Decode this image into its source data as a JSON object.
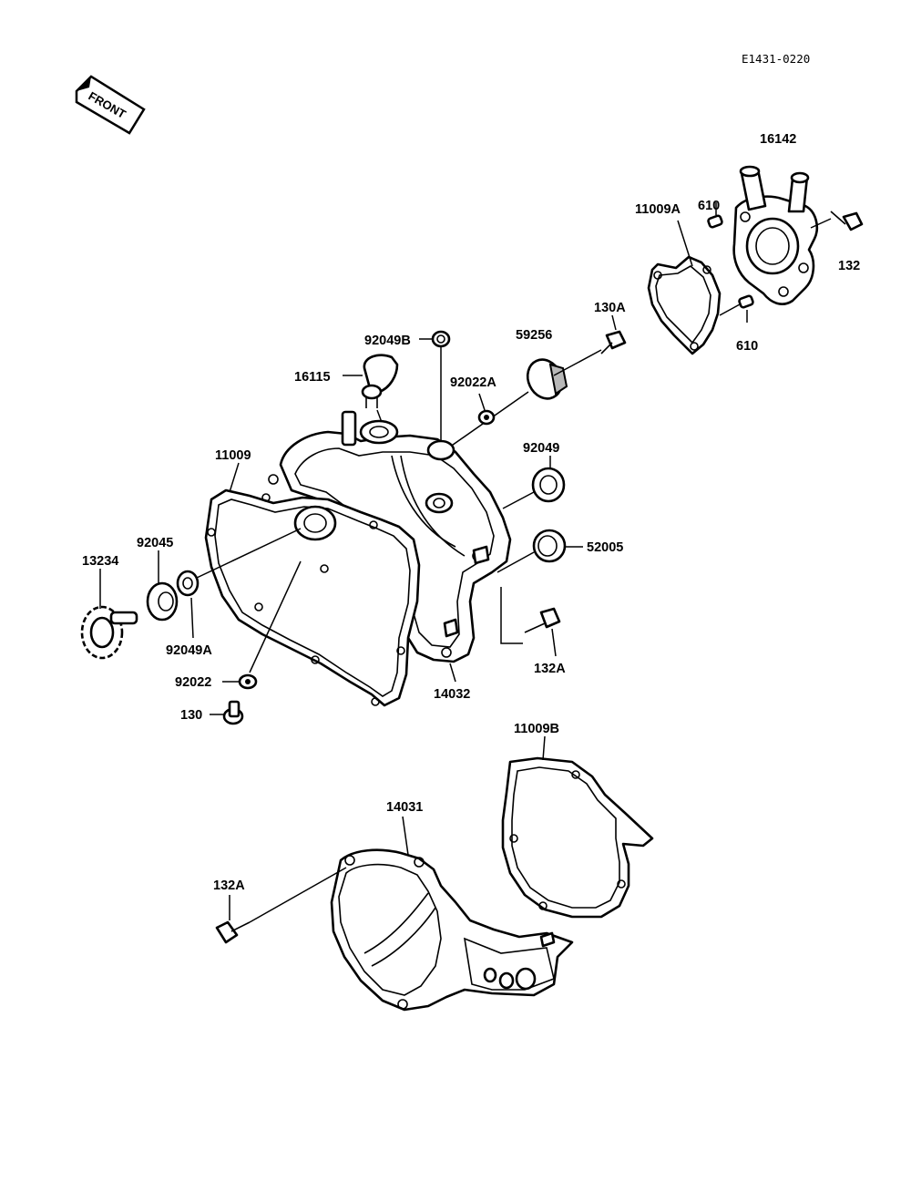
{
  "drawing_code": "E1431-0220",
  "front_label": "FRONT",
  "parts": {
    "p16142": "16142",
    "p610_top": "610",
    "p11009A": "11009A",
    "p132": "132",
    "p610_bottom": "610",
    "p130A": "130A",
    "p59256": "59256",
    "p92049B": "92049B",
    "p16115": "16115",
    "p92022A": "92022A",
    "p92049": "92049",
    "p11009": "11009",
    "p92045": "92045",
    "p13234": "13234",
    "p52005": "52005",
    "p92049A": "92049A",
    "p132A_mid": "132A",
    "p92022": "92022",
    "p14032": "14032",
    "p130": "130",
    "p11009B": "11009B",
    "p14031": "14031",
    "p132A_bottom": "132A"
  }
}
